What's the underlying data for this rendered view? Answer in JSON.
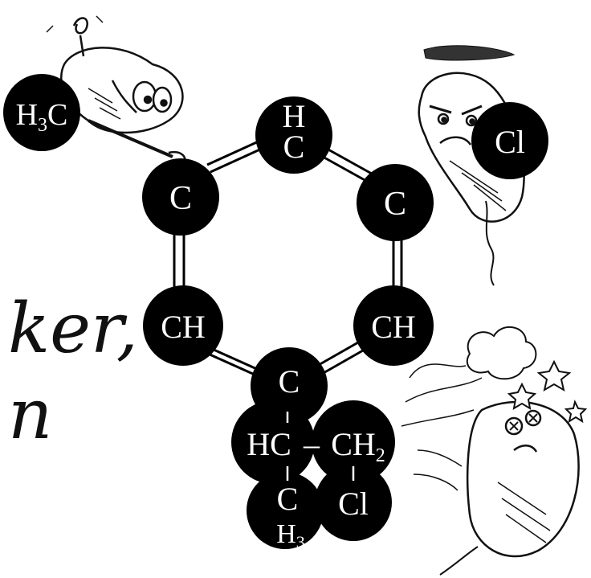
{
  "partial_text": {
    "line1": "ker,",
    "line2": "n"
  },
  "atoms": {
    "h3c": {
      "main": "H",
      "sub": "3",
      "tail": "C"
    },
    "top_ch": {
      "top": "H",
      "bottom": "C"
    },
    "left_c": "C",
    "right_c": "C",
    "cl_right": "Cl",
    "ch_left": "CH",
    "ch_right": "CH",
    "bottom_c": "C",
    "hc": "HC",
    "ch2": {
      "main": "CH",
      "sub": "2"
    },
    "dash": "–",
    "c_low": "C",
    "h3_low": {
      "main": "H",
      "sub": "3"
    },
    "cl_low": "Cl"
  },
  "colors": {
    "atom": "#000000",
    "atom_text": "#ffffff",
    "bond": "#000000",
    "ink": "#111111"
  },
  "icons": [
    "molecule-icon",
    "cartoon-character-icon",
    "dust-cloud-icon",
    "star-icon"
  ]
}
